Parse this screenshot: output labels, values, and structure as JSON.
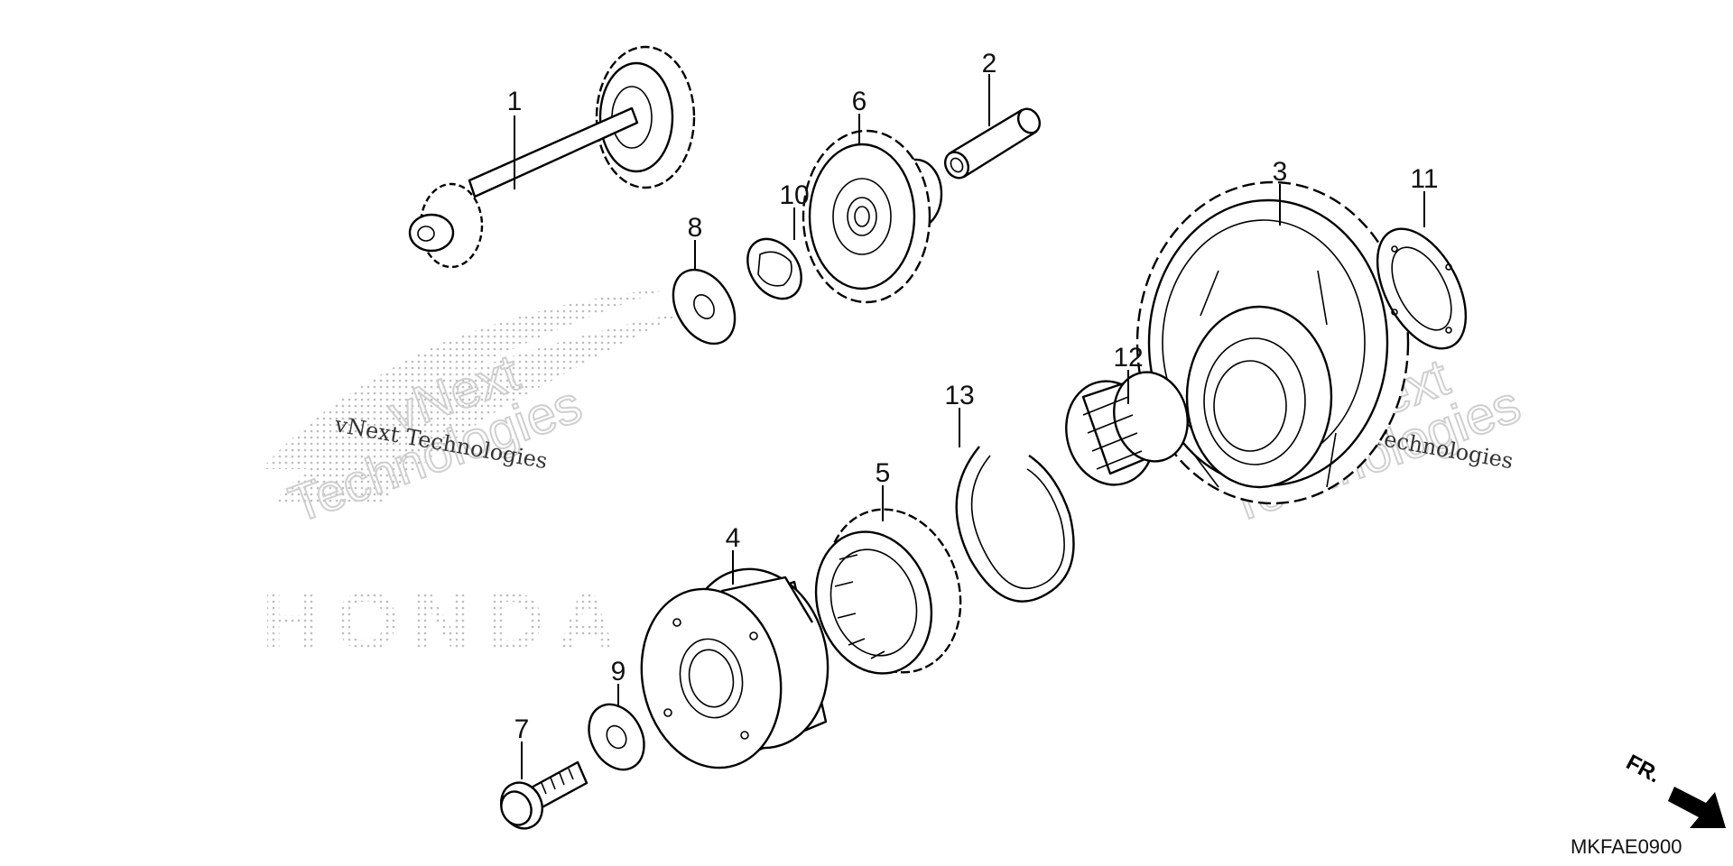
{
  "diagram_code": "MKFAE0900",
  "direction_label": "FR.",
  "parts": [
    {
      "id": "part-1",
      "number": "1"
    },
    {
      "id": "part-2",
      "number": "2"
    },
    {
      "id": "part-3",
      "number": "3"
    },
    {
      "id": "part-4",
      "number": "4"
    },
    {
      "id": "part-5",
      "number": "5"
    },
    {
      "id": "part-6",
      "number": "6"
    },
    {
      "id": "part-7",
      "number": "7"
    },
    {
      "id": "part-8",
      "number": "8"
    },
    {
      "id": "part-9",
      "number": "9"
    },
    {
      "id": "part-10",
      "number": "10"
    },
    {
      "id": "part-11",
      "number": "11"
    },
    {
      "id": "part-12",
      "number": "12"
    },
    {
      "id": "part-13",
      "number": "13"
    }
  ],
  "watermark": {
    "line_text": "vNext Technologies",
    "word_1": "vNext",
    "word_2": "Technologies",
    "logo_text": "HONDA",
    "logo_color": "#bdbdbd"
  },
  "colors": {
    "line": "#000000",
    "background": "#ffffff",
    "watermark": "#c8c8c8"
  }
}
